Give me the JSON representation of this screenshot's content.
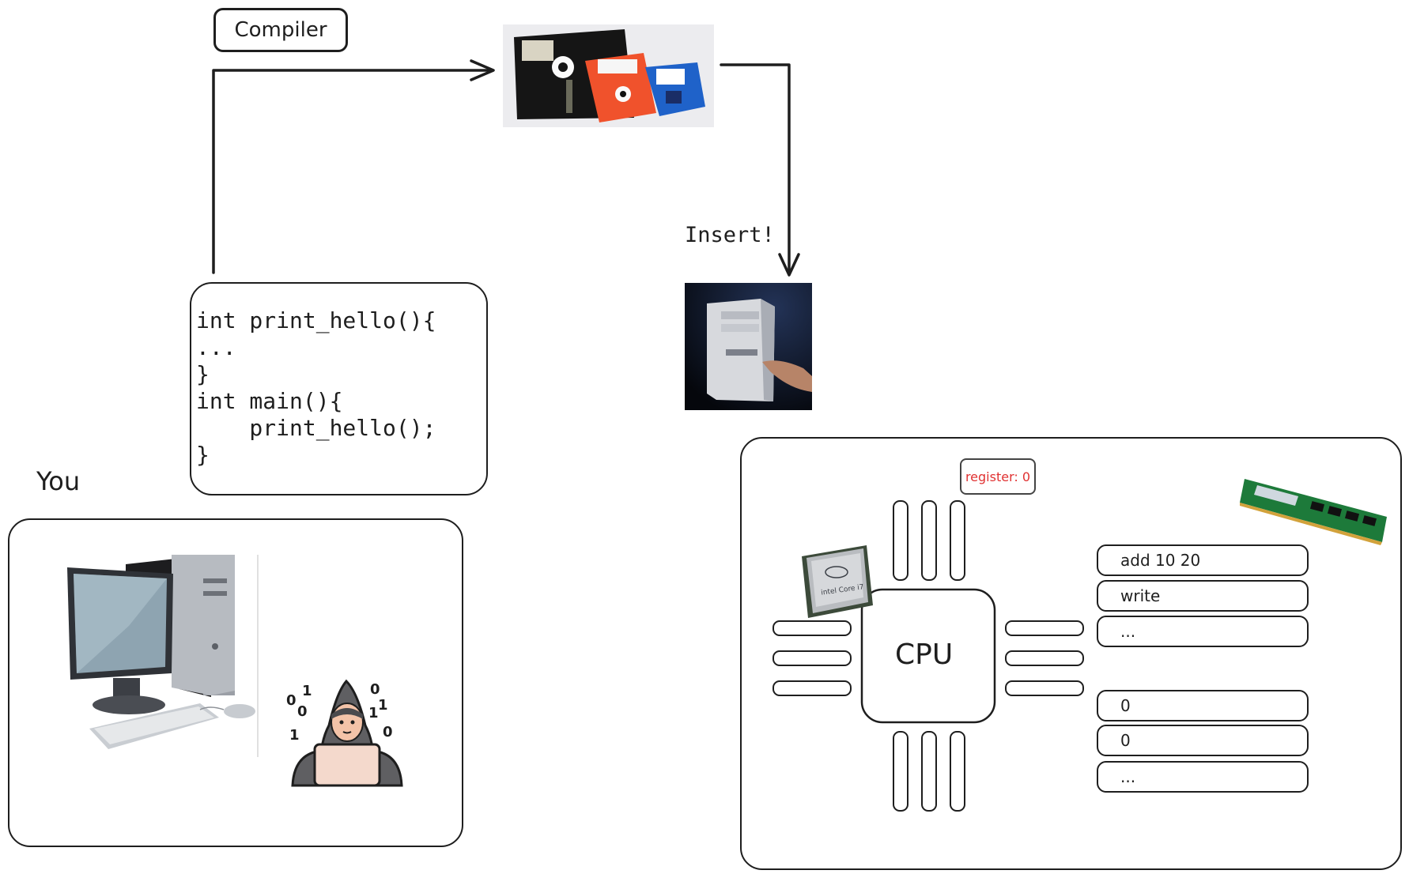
{
  "compiler": {
    "label": "Compiler"
  },
  "code": {
    "text": "int print_hello(){\n...\n}\nint main(){\n    print_hello();\n}"
  },
  "you": {
    "label": "You"
  },
  "insert": {
    "label": "Insert!"
  },
  "system": {
    "register_label": "register: 0",
    "cpu_label": "CPU",
    "cpu_chip_text": "intel Core i7",
    "memory_rows": [
      "add 10 20",
      "write",
      "...",
      "0",
      "0",
      "..."
    ]
  },
  "hacker_digits": [
    "0",
    "1",
    "0",
    "0",
    "1",
    "1",
    "1",
    "0"
  ],
  "colors": {
    "stroke": "#1e1e1e",
    "register_text": "#e03131"
  },
  "icons": [
    "floppy-disks-photo",
    "pc-tower-photo",
    "desktop-computer-icon",
    "hacker-icon",
    "cpu-chip-photo",
    "ram-stick-photo"
  ]
}
